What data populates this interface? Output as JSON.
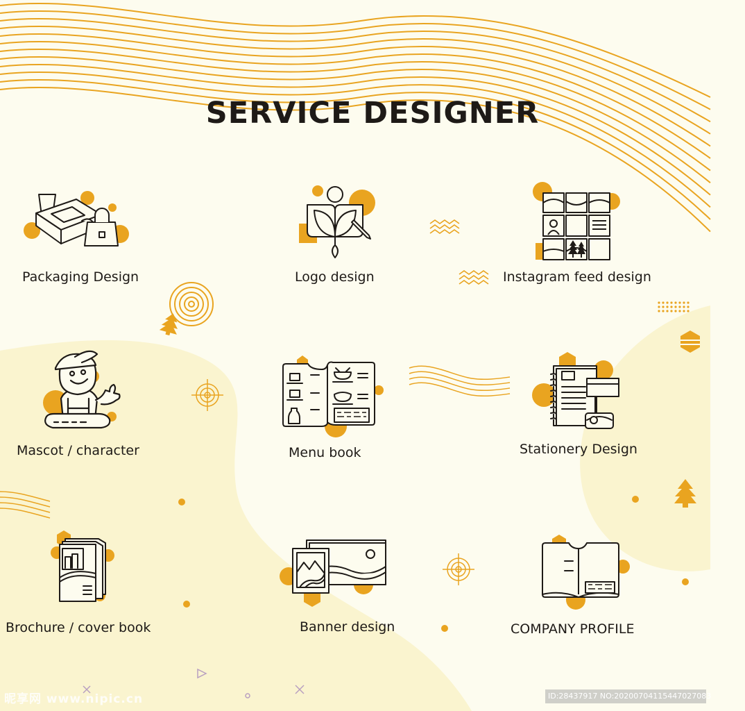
{
  "title": "SERVICE DESIGNER",
  "colors": {
    "background": "#fdfcef",
    "blob": "#faf4cf",
    "accent": "#e9a420",
    "ink": "#1e1a17",
    "lines": "#e9a420"
  },
  "services": [
    {
      "id": "packaging",
      "label": "Packaging Design",
      "icon": "packaging-box-icon"
    },
    {
      "id": "logo",
      "label": "Logo design",
      "icon": "logo-design-icon"
    },
    {
      "id": "instagram",
      "label": "Instagram feed design",
      "icon": "photo-grid-icon"
    },
    {
      "id": "mascot",
      "label": "Mascot / character",
      "icon": "mascot-character-icon"
    },
    {
      "id": "menu",
      "label": "Menu book",
      "icon": "menu-book-icon"
    },
    {
      "id": "stationery",
      "label": "Stationery Design",
      "icon": "stationery-icon"
    },
    {
      "id": "brochure",
      "label": "Brochure / cover book",
      "icon": "brochure-icon"
    },
    {
      "id": "banner",
      "label": "Banner design",
      "icon": "banner-icon"
    },
    {
      "id": "company",
      "label": "COMPANY PROFILE",
      "icon": "company-profile-icon"
    }
  ],
  "watermark": {
    "left": "昵享网 www.nipic.cn",
    "right": "ID:28437917 NO:20200704115447027083"
  }
}
